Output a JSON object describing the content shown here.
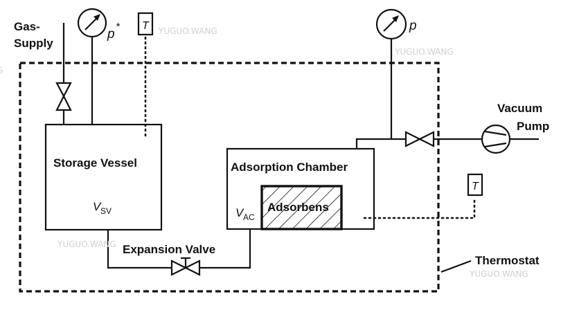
{
  "diagram": {
    "title": "Volumetric adsorption apparatus schematic",
    "labels": {
      "gas_supply_line1": "Gas-",
      "gas_supply_line2": "Supply",
      "storage_vessel": "Storage Vessel",
      "storage_volume_symbol": "V",
      "storage_volume_subscript": "SV",
      "adsorption_chamber": "Adsorption Chamber",
      "adsorbens": "Adsorbens",
      "chamber_volume_symbol": "V",
      "chamber_volume_subscript": "AC",
      "expansion_valve": "Expansion Valve",
      "vacuum_pump_line1": "Vacuum",
      "vacuum_pump_line2": "Pump",
      "thermostat": "Thermostat",
      "pressure_gauge_storage": "p",
      "pressure_gauge_storage_sup": "*",
      "pressure_gauge_chamber": "p",
      "thermometer_storage": "T",
      "thermometer_chamber": "T"
    },
    "watermarks": [
      "YUGUO.WANG",
      "YUGUO.WANG",
      "YUGUO.WANG",
      "YUGUO.WANG",
      "G"
    ],
    "colors": {
      "ink": "#111111",
      "background": "#ffffff",
      "watermark": "#d0d0d0"
    }
  }
}
